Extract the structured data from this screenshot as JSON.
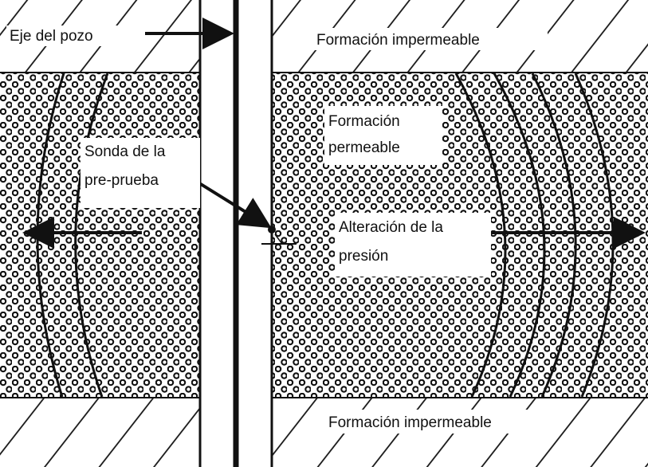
{
  "labels": {
    "wellbore_axis": "Eje del pozo",
    "impermeable_top": "Formación impermeable",
    "permeable_line1": "Formación",
    "permeable_line2": "permeable",
    "probe_line1": "Sonda de la",
    "probe_line2": "pre-prueba",
    "pressure_line1": "Alteración de la",
    "pressure_line2": "presión",
    "impermeable_bottom": "Formación impermeable"
  },
  "colors": {
    "ink": "#111111",
    "dot_fill": "#ffffff",
    "background": "#ffffff"
  }
}
